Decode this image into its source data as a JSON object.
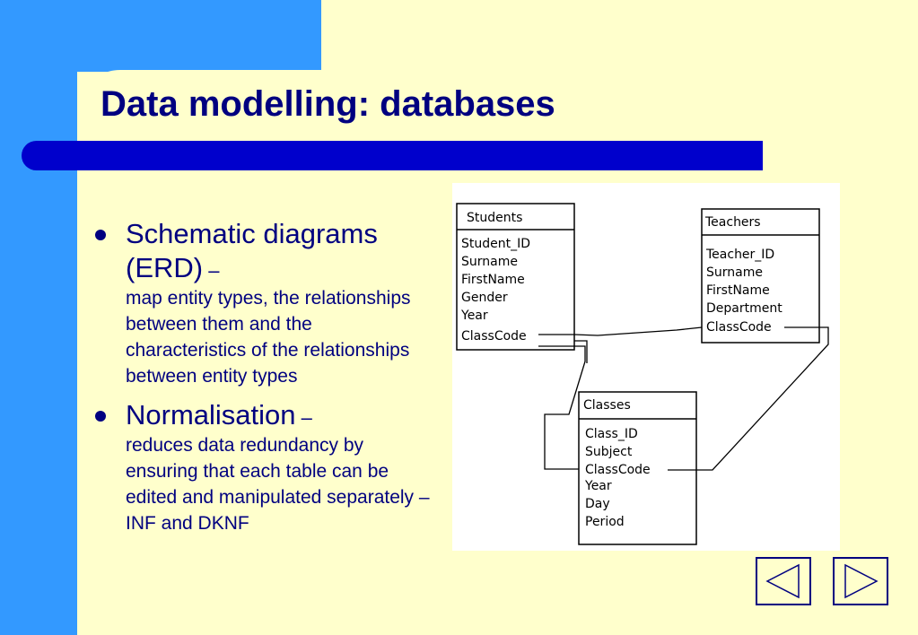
{
  "slide": {
    "title": "Data modelling: databases",
    "bullets": [
      {
        "head": "Schematic diagrams (ERD)",
        "dash": " –",
        "body": "map entity types, the relationships between them and the characteristics of the relationships between entity types"
      },
      {
        "head": "Normalisation",
        "dash": " –",
        "body": "reduces data redundancy by ensuring that each table can be edited and manipulated separately – INF and DKNF"
      }
    ]
  },
  "erd": {
    "tables": [
      {
        "name": "Students",
        "fields": [
          "Student_ID",
          "Surname",
          "FirstName",
          "Gender",
          "Year",
          "ClassCode"
        ]
      },
      {
        "name": "Teachers",
        "fields": [
          "Teacher_ID",
          "Surname",
          "FirstName",
          "Department",
          "ClassCode"
        ]
      },
      {
        "name": "Classes",
        "fields": [
          "Class_ID",
          "Subject",
          "ClassCode",
          "Year",
          "Day",
          "Period"
        ]
      }
    ]
  },
  "nav": {
    "prev_icon": "triangle-left-icon",
    "next_icon": "triangle-right-icon"
  },
  "colors": {
    "background": "#ffffcc",
    "accent_blue": "#3399ff",
    "title_bar": "#0000cc",
    "text": "#000080"
  }
}
